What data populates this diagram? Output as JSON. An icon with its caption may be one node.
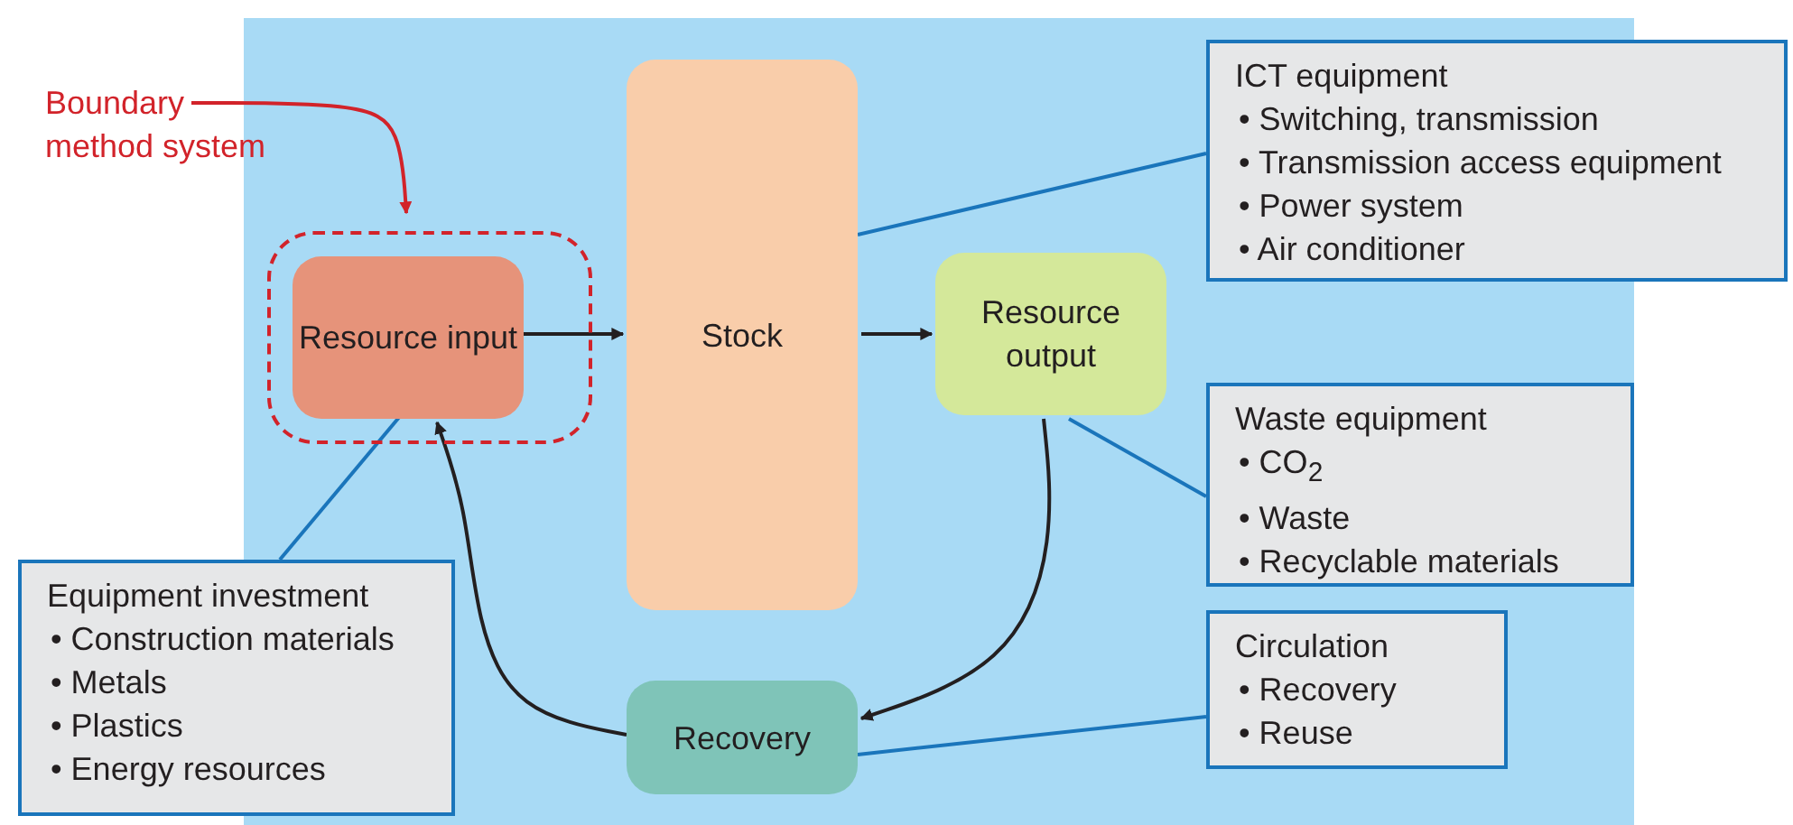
{
  "diagram": {
    "nodes": [
      {
        "text": [
          "Boundary method system"
        ]
      },
      {
        "text": [],
        "shape": "box"
      },
      {
        "text": [
          "Resource input"
        ],
        "in": 1
      },
      {
        "text": [
          "Stock"
        ]
      },
      {
        "text": [
          "Resource output"
        ]
      },
      {
        "text": [
          "Recovery"
        ]
      },
      {
        "text": [
          "ICT equipment",
          "• Switching, transmission",
          "• Transmission access equipment",
          "• Power system",
          "• Air conditioner"
        ]
      },
      {
        "text": [
          "Waste equipment",
          "• CO$_{2}$",
          "• Waste",
          "• Recyclable materials"
        ]
      },
      {
        "text": [
          "Circulation",
          "• Recovery",
          "• Reuse"
        ]
      },
      {
        "text": [
          "Equipment investment",
          "• Construction materials",
          "• Metals",
          "• Plastics",
          "• Energy resources"
        ]
      }
    ],
    "edges": [
      {
        "from": 0,
        "to": 1,
        "arrow": "to",
        "color": "#d2232a"
      },
      {
        "from": 2,
        "to": 3,
        "arrow": "to"
      },
      {
        "from": 3,
        "to": 4,
        "arrow": "to"
      },
      {
        "from": 4,
        "to": 5,
        "arrow": "to"
      },
      {
        "from": 5,
        "to": 2,
        "arrow": "to"
      },
      {
        "from": 6,
        "to": 3,
        "arrow": "none",
        "color": "#1a75bb"
      },
      {
        "from": 7,
        "to": 4,
        "arrow": "none",
        "color": "#1a75bb"
      },
      {
        "from": 8,
        "to": 5,
        "arrow": "none",
        "color": "#1a75bb"
      },
      {
        "from": 9,
        "to": 2,
        "arrow": "none",
        "color": "#1a75bb"
      }
    ]
  }
}
